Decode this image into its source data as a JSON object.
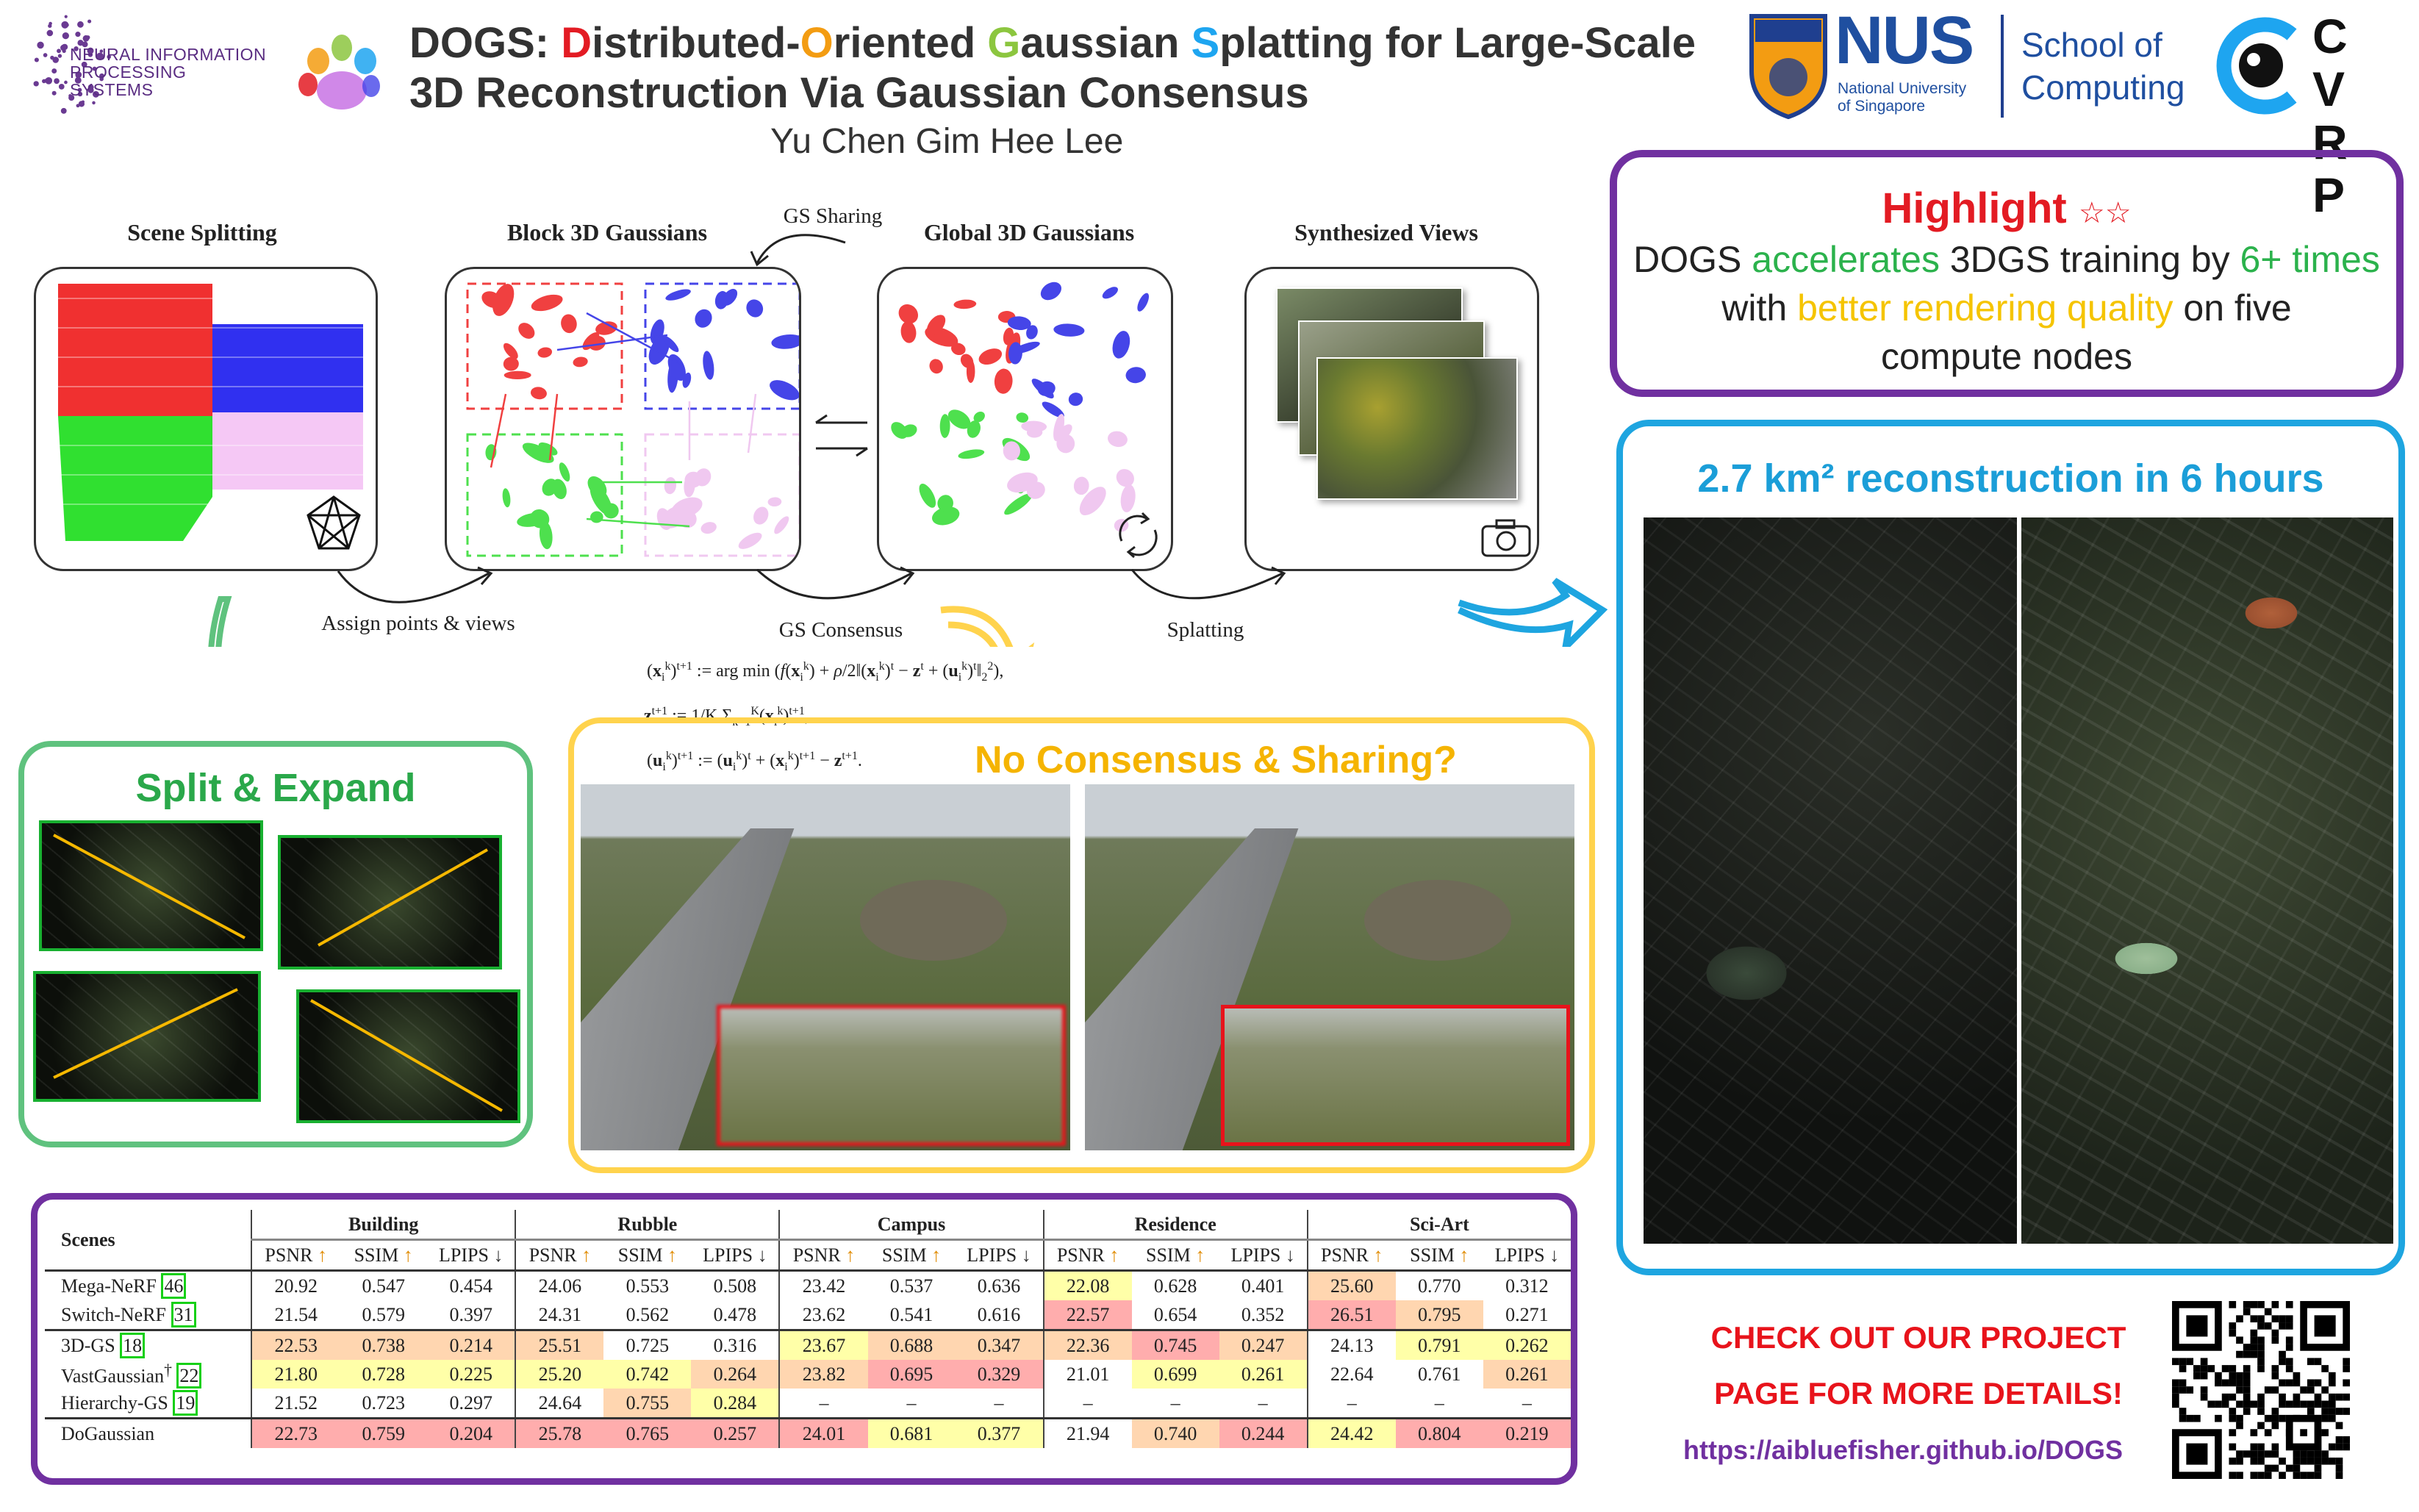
{
  "header": {
    "neurips_logo": "NEURAL INFORMATION PROCESSING SYSTEMS",
    "neurips_line1": "NEURAL INFORMATION",
    "neurips_line2": "PROCESSING SYSTEMS",
    "title_line1_parts": [
      {
        "text": "DOGS: ",
        "color": "#333333"
      },
      {
        "text": "D",
        "color": "#e31b23"
      },
      {
        "text": "istributed-",
        "color": "#333333"
      },
      {
        "text": "O",
        "color": "#f39c12"
      },
      {
        "text": "riented ",
        "color": "#333333"
      },
      {
        "text": "G",
        "color": "#8cc63f"
      },
      {
        "text": "aussian ",
        "color": "#333333"
      },
      {
        "text": "S",
        "color": "#1ea5f0"
      },
      {
        "text": "platting for Large-Scale",
        "color": "#333333"
      }
    ],
    "title_line2": "3D Reconstruction Via Gaussian Consensus",
    "authors": "Yu Chen  Gim Hee Lee",
    "nus_logo": "NUS National University of Singapore",
    "nus_big": "NUS",
    "nus_small1": "National University",
    "nus_small2": "of Singapore",
    "school_line1": "School of",
    "school_line2": "Computing",
    "cvrp_logo": "CVRP"
  },
  "diagram": {
    "scene_splitting": "Scene Splitting",
    "block_gaussians": "Block 3D Gaussians",
    "gs_sharing": "GS Sharing",
    "global_gaussians": "Global 3D Gaussians",
    "synthesized_views": "Synthesized Views",
    "assign": "Assign points & views",
    "gs_consensus": "GS Consensus",
    "splatting": "Splatting",
    "colors": {
      "red": "#f04040",
      "blue": "#4545e8",
      "green": "#4ee04e",
      "pink": "#f0c8f0"
    }
  },
  "split_expand": {
    "title": "Split & Expand"
  },
  "no_consensus": {
    "title": "No Consensus & Sharing?"
  },
  "highlight": {
    "title": "Highlight",
    "t1": "DOGS ",
    "t2": "accelerates",
    "t3": " 3DGS training by ",
    "t4": "6+ times",
    "t5": "with ",
    "t6": "better rendering quality",
    "t7": " on five",
    "t8": "compute nodes"
  },
  "big_panel": {
    "title": "2.7 km² reconstruction in 6 hours"
  },
  "cta": {
    "line1": "CHECK OUT OUR PROJECT",
    "line2": "PAGE FOR MORE DETAILS!",
    "url": "https://aibluefisher.github.io/DOGS"
  },
  "table": {
    "scenes_header": "Scenes",
    "groups": [
      "Building",
      "Rubble",
      "Campus",
      "Residence",
      "Sci-Art"
    ],
    "metrics": [
      {
        "name": "PSNR",
        "arrow": "↑"
      },
      {
        "name": "SSIM",
        "arrow": "↑"
      },
      {
        "name": "LPIPS",
        "arrow": "↓"
      }
    ],
    "highlight_colors": {
      "r": "#ffadad",
      "o": "#ffd6b0",
      "y": "#ffffa8"
    },
    "rows": [
      {
        "method": "Mega-NeRF",
        "ref": "46",
        "sup": "",
        "sep": true,
        "values": [
          "20.92",
          "0.547",
          "0.454",
          "24.06",
          "0.553",
          "0.508",
          "23.42",
          "0.537",
          "0.636",
          "22.08",
          "0.628",
          "0.401",
          "25.60",
          "0.770",
          "0.312"
        ],
        "marks": [
          "",
          "",
          "",
          "",
          "",
          "",
          "",
          "",
          "",
          "y",
          "",
          "",
          "o",
          "",
          ""
        ]
      },
      {
        "method": "Switch-NeRF",
        "ref": "31",
        "sup": "",
        "sep": false,
        "values": [
          "21.54",
          "0.579",
          "0.397",
          "24.31",
          "0.562",
          "0.478",
          "23.62",
          "0.541",
          "0.616",
          "22.57",
          "0.654",
          "0.352",
          "26.51",
          "0.795",
          "0.271"
        ],
        "marks": [
          "",
          "",
          "",
          "",
          "",
          "",
          "",
          "",
          "",
          "r",
          "",
          "",
          "r",
          "o",
          ""
        ]
      },
      {
        "method": "3D-GS",
        "ref": "18",
        "sup": "",
        "sep": true,
        "values": [
          "22.53",
          "0.738",
          "0.214",
          "25.51",
          "0.725",
          "0.316",
          "23.67",
          "0.688",
          "0.347",
          "22.36",
          "0.745",
          "0.247",
          "24.13",
          "0.791",
          "0.262"
        ],
        "marks": [
          "o",
          "o",
          "o",
          "o",
          "",
          "",
          "y",
          "o",
          "o",
          "o",
          "r",
          "o",
          "",
          "y",
          "y"
        ]
      },
      {
        "method": "VastGaussian",
        "ref": "22",
        "sup": "†",
        "sep": false,
        "values": [
          "21.80",
          "0.728",
          "0.225",
          "25.20",
          "0.742",
          "0.264",
          "23.82",
          "0.695",
          "0.329",
          "21.01",
          "0.699",
          "0.261",
          "22.64",
          "0.761",
          "0.261"
        ],
        "marks": [
          "y",
          "y",
          "y",
          "y",
          "y",
          "o",
          "o",
          "r",
          "r",
          "",
          "y",
          "y",
          "",
          "",
          "o"
        ]
      },
      {
        "method": "Hierarchy-GS",
        "ref": "19",
        "sup": "",
        "sep": false,
        "values": [
          "21.52",
          "0.723",
          "0.297",
          "24.64",
          "0.755",
          "0.284",
          "–",
          "–",
          "–",
          "–",
          "–",
          "–",
          "–",
          "–",
          "–"
        ],
        "marks": [
          "",
          "",
          "",
          "",
          "o",
          "y",
          "",
          "",
          "",
          "",
          "",
          "",
          "",
          "",
          ""
        ]
      },
      {
        "method": "DoGaussian",
        "ref": "",
        "sup": "",
        "sep": true,
        "values": [
          "22.73",
          "0.759",
          "0.204",
          "25.78",
          "0.765",
          "0.257",
          "24.01",
          "0.681",
          "0.377",
          "21.94",
          "0.740",
          "0.244",
          "24.42",
          "0.804",
          "0.219"
        ],
        "marks": [
          "r",
          "r",
          "r",
          "r",
          "r",
          "r",
          "r",
          "y",
          "y",
          "",
          "o",
          "r",
          "y",
          "r",
          "r"
        ]
      }
    ]
  }
}
